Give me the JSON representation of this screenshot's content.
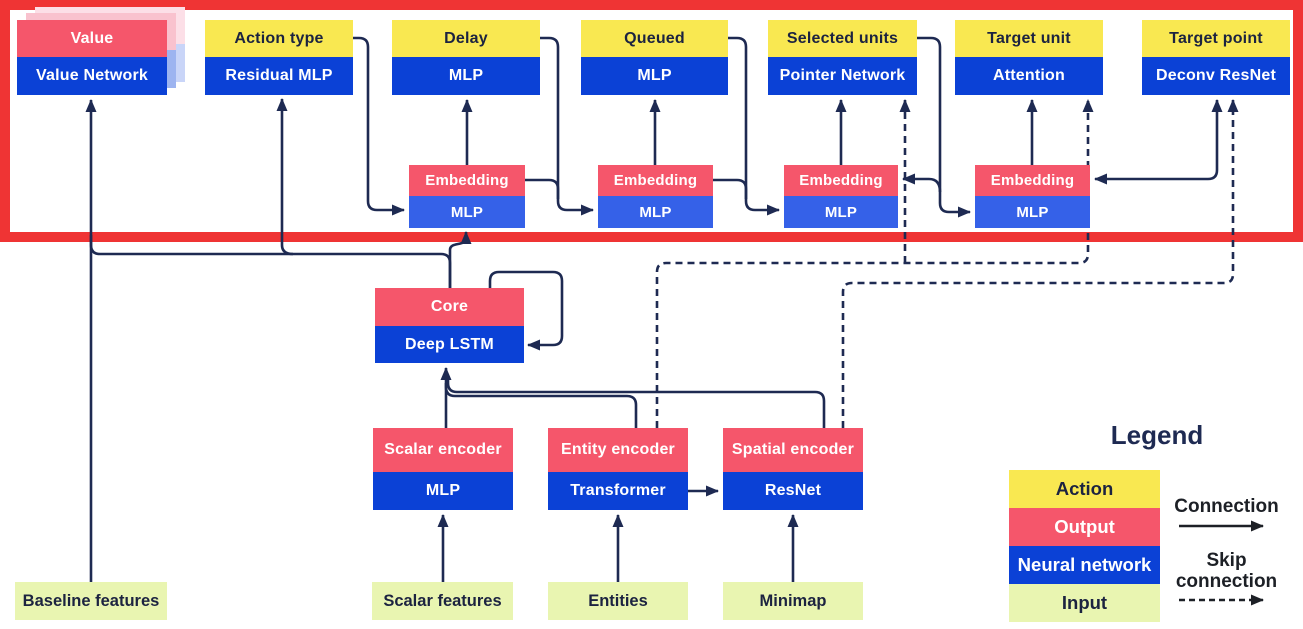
{
  "figure": {
    "description": "Neural network agent architecture diagram with action heads highlighted by a red box",
    "highlighted_region": "action heads row"
  },
  "heads": [
    {
      "action": "Value",
      "network": "Value Network",
      "action_color": "pink",
      "stacked_copies": 2
    },
    {
      "action": "Action type",
      "network": "Residual MLP",
      "action_color": "yellow"
    },
    {
      "action": "Delay",
      "network": "MLP",
      "action_color": "yellow"
    },
    {
      "action": "Queued",
      "network": "MLP",
      "action_color": "yellow"
    },
    {
      "action": "Selected units",
      "network": "Pointer Network",
      "action_color": "yellow"
    },
    {
      "action": "Target unit",
      "network": "Attention",
      "action_color": "yellow"
    },
    {
      "action": "Target point",
      "network": "Deconv ResNet",
      "action_color": "yellow"
    }
  ],
  "embeddings": [
    {
      "top": "Embedding",
      "bottom": "MLP"
    },
    {
      "top": "Embedding",
      "bottom": "MLP"
    },
    {
      "top": "Embedding",
      "bottom": "MLP"
    },
    {
      "top": "Embedding",
      "bottom": "MLP"
    }
  ],
  "core": {
    "top": "Core",
    "bottom": "Deep LSTM"
  },
  "encoders": [
    {
      "top": "Scalar encoder",
      "bottom": "MLP"
    },
    {
      "top": "Entity encoder",
      "bottom": "Transformer"
    },
    {
      "top": "Spatial encoder",
      "bottom": "ResNet"
    }
  ],
  "inputs": [
    {
      "label": "Baseline features"
    },
    {
      "label": "Scalar features"
    },
    {
      "label": "Entities"
    },
    {
      "label": "Minimap"
    }
  ],
  "legend": {
    "title": "Legend",
    "items": [
      {
        "label": "Action",
        "color": "yellow"
      },
      {
        "label": "Output",
        "color": "pink"
      },
      {
        "label": "Neural network",
        "color": "blue"
      },
      {
        "label": "Input",
        "color": "green"
      }
    ],
    "connection_label": "Connection",
    "skip_line1": "Skip",
    "skip_line2": "connection"
  },
  "connections": [
    {
      "from": "Baseline features",
      "to": "Value Network",
      "type": "connection"
    },
    {
      "from": "Core",
      "to": "Value Network",
      "type": "connection"
    },
    {
      "from": "Core",
      "to": "Residual MLP",
      "type": "connection"
    },
    {
      "from": "Core",
      "to": "Embedding 1",
      "type": "connection"
    },
    {
      "from": "Core",
      "to": "Core",
      "type": "recurrent loop"
    },
    {
      "from": "Action type",
      "to": "Embedding 1",
      "type": "connection"
    },
    {
      "from": "Embedding 1",
      "to": "Delay MLP",
      "type": "connection"
    },
    {
      "from": "Embedding 1",
      "to": "Embedding 2",
      "type": "connection"
    },
    {
      "from": "Delay",
      "to": "Embedding 2",
      "type": "connection"
    },
    {
      "from": "Embedding 2",
      "to": "Queued MLP",
      "type": "connection"
    },
    {
      "from": "Embedding 2",
      "to": "Embedding 3",
      "type": "connection"
    },
    {
      "from": "Queued",
      "to": "Embedding 3",
      "type": "connection"
    },
    {
      "from": "Embedding 3",
      "to": "Pointer Network",
      "type": "connection"
    },
    {
      "from": "Selected units",
      "to": "Embedding 3",
      "type": "connection"
    },
    {
      "from": "Selected units",
      "to": "Embedding 4",
      "type": "connection"
    },
    {
      "from": "Embedding 4",
      "to": "Attention",
      "type": "connection"
    },
    {
      "from": "Embedding 4",
      "to": "Deconv ResNet",
      "type": "connection"
    },
    {
      "from": "Scalar features",
      "to": "Scalar encoder",
      "type": "connection"
    },
    {
      "from": "Entities",
      "to": "Entity encoder",
      "type": "connection"
    },
    {
      "from": "Minimap",
      "to": "Spatial encoder",
      "type": "connection"
    },
    {
      "from": "Scalar encoder",
      "to": "Deep LSTM",
      "type": "connection"
    },
    {
      "from": "Entity encoder",
      "to": "Deep LSTM",
      "type": "connection"
    },
    {
      "from": "Spatial encoder",
      "to": "Deep LSTM",
      "type": "connection"
    },
    {
      "from": "Transformer",
      "to": "ResNet",
      "type": "connection"
    },
    {
      "from": "Entity encoder",
      "to": "Pointer Network",
      "type": "skip connection"
    },
    {
      "from": "Entity encoder",
      "to": "Attention",
      "type": "skip connection"
    },
    {
      "from": "Spatial encoder",
      "to": "Deconv ResNet",
      "type": "skip connection"
    }
  ],
  "colors": {
    "action_yellow": "#f9e851",
    "output_pink": "#f5566b",
    "network_blue": "#0b41d6",
    "embed_blue": "#3561e8",
    "input_green": "#e9f5b1",
    "line_navy": "#1e2a52",
    "text_dark": "#1c2340",
    "highlight_red": "#ef3434",
    "legend_arrow": "#1d2026",
    "background": "#ffffff"
  }
}
